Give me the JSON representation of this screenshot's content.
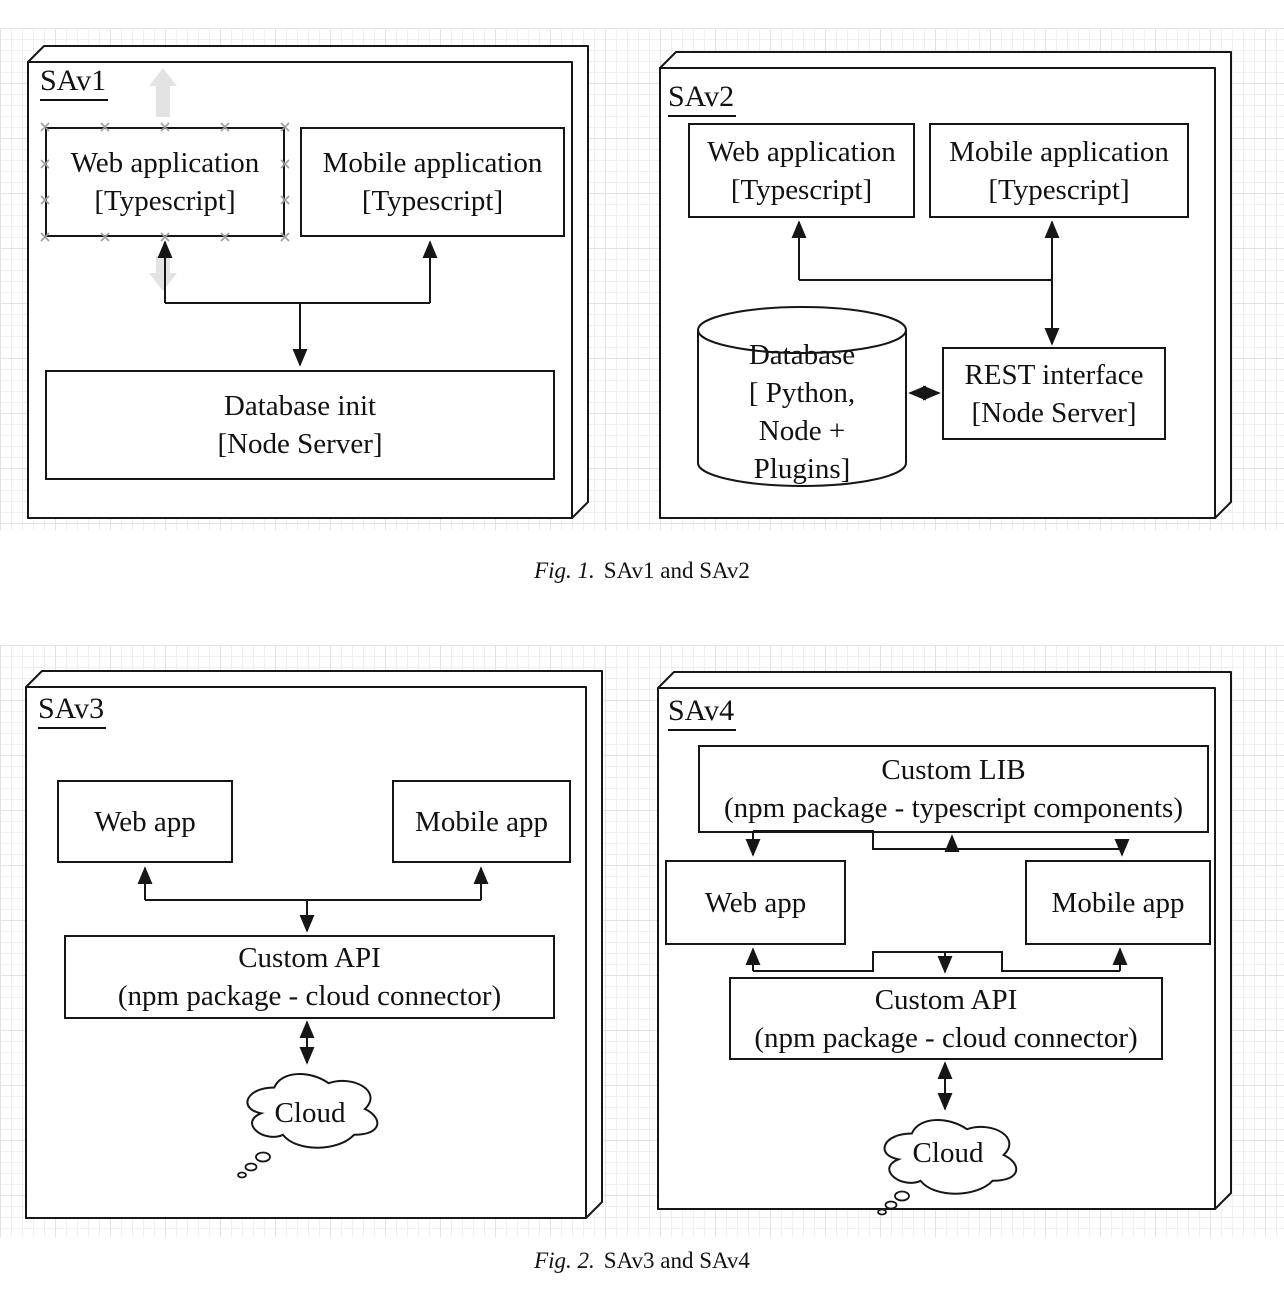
{
  "colors": {
    "line": "#161616",
    "text": "#111111",
    "ghost_arrow": "#e3e3e3",
    "selection_handle": "#9e9e9e",
    "grid_major": "#e3e3e3",
    "grid_minor": "#efefef",
    "background": "#ffffff"
  },
  "icons": {
    "ghost_up_arrow": "block-arrow-up",
    "ghost_down_arrow": "block-arrow-down",
    "cloud": "thought-bubble-cloud",
    "database": "cylinder"
  },
  "figure1": {
    "caption_label": "Fig. 1.",
    "caption_text": "SAv1 and SAv2",
    "sav1": {
      "title": "SAv1",
      "web_app": {
        "line1": "Web application",
        "line2": "[Typescript]"
      },
      "mobile_app": {
        "line1": "Mobile application",
        "line2": "[Typescript]"
      },
      "database_init": {
        "line1": "Database init",
        "line2": "[Node Server]"
      }
    },
    "sav2": {
      "title": "SAv2",
      "web_app": {
        "line1": "Web application",
        "line2": "[Typescript]"
      },
      "mobile_app": {
        "line1": "Mobile application",
        "line2": "[Typescript]"
      },
      "database_cylinder": {
        "line1": "Database",
        "line2": "[ Python,",
        "line3": "Node +",
        "line4": "Plugins]"
      },
      "rest_interface": {
        "line1": "REST interface",
        "line2": "[Node Server]"
      }
    }
  },
  "figure2": {
    "caption_label": "Fig. 2.",
    "caption_text": "SAv3 and SAv4",
    "sav3": {
      "title": "SAv3",
      "web_app": {
        "line1": "Web app"
      },
      "mobile_app": {
        "line1": "Mobile app"
      },
      "custom_api": {
        "line1": "Custom API",
        "line2": "(npm package - cloud connector)"
      },
      "cloud_label": "Cloud"
    },
    "sav4": {
      "title": "SAv4",
      "custom_lib": {
        "line1": "Custom LIB",
        "line2": "(npm package - typescript components)"
      },
      "web_app": {
        "line1": "Web app"
      },
      "mobile_app": {
        "line1": "Mobile app"
      },
      "custom_api": {
        "line1": "Custom API",
        "line2": "(npm package - cloud connector)"
      },
      "cloud_label": "Cloud"
    }
  }
}
